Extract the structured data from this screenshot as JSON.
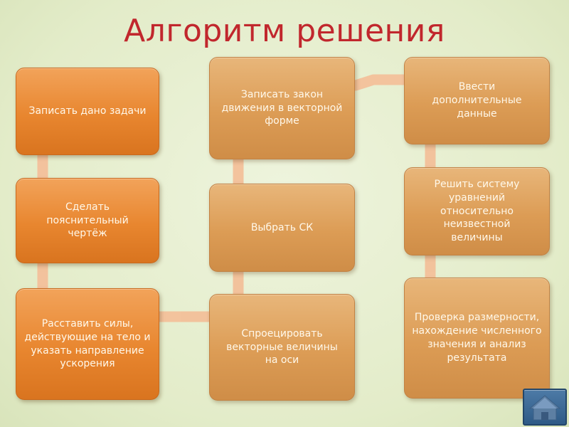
{
  "title": "Алгоритм решения",
  "steps": [
    {
      "id": "s1",
      "text": "Записать дано задачи"
    },
    {
      "id": "s2",
      "text": "Сделать пояснительный чертёж"
    },
    {
      "id": "s3",
      "text": "Расставить силы, действующие на тело и указать направление ускорения"
    },
    {
      "id": "s4",
      "text": "Спроецировать векторные величины на оси"
    },
    {
      "id": "s5",
      "text": "Выбрать СК"
    },
    {
      "id": "s6",
      "text": "Записать закон движения в векторной форме"
    },
    {
      "id": "s7",
      "text": "Ввести дополнительные данные"
    },
    {
      "id": "s8",
      "text": "Решить систему уравнений относительно неизвестной величины"
    },
    {
      "id": "s9",
      "text": "Проверка размерности, нахождение численного значения и анализ результата"
    }
  ],
  "icons": {
    "home": "home-icon"
  },
  "colors": {
    "title": "#c1272d",
    "box_dark": "#e8862f",
    "box_light": "#dc9c55",
    "connector": "#f3bf96",
    "background": "#e7efd3",
    "home_button": "#2e5a86"
  }
}
